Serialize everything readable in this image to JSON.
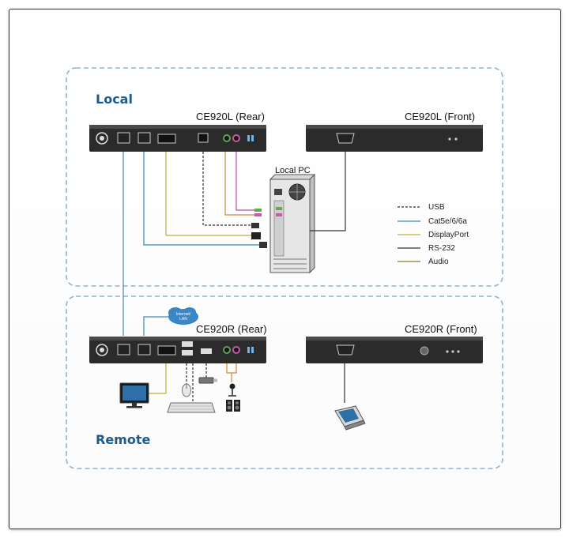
{
  "diagram": {
    "local_label": "Local",
    "remote_label": "Remote",
    "local_rear_title": "CE920L (Rear)",
    "local_front_title": "CE920L (Front)",
    "remote_rear_title": "CE920R (Rear)",
    "remote_front_title": "CE920R (Front)",
    "local_pc_label": "Local PC",
    "internet_label_1": "Internet/",
    "internet_label_2": "LAN"
  },
  "legend": [
    {
      "label": "USB",
      "color": "#333333",
      "style": "dashed"
    },
    {
      "label": "Cat5e/6/6a",
      "color": "#3b86c6",
      "style": "solid"
    },
    {
      "label": "DisplayPort",
      "color": "#b7b338",
      "style": "solid"
    },
    {
      "label": "RS-232",
      "color": "#333333",
      "style": "solid"
    },
    {
      "label": "Audio",
      "color": "#8a7a2a",
      "style": "solid"
    }
  ],
  "colors": {
    "zone_border": "#8fb3cf",
    "zone_label": "#1d5b8d",
    "device_body": "#2b2b2b",
    "cat5": "#3b86c6",
    "displayport": "#b7b338",
    "audio_orange": "#d0893a",
    "audio_mic": "#b94aa0"
  }
}
